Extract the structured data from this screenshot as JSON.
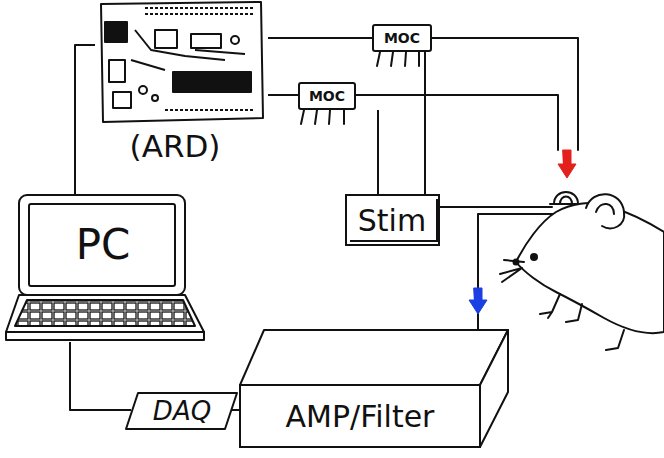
{
  "diagram": {
    "nodes": [
      {
        "text": [
          "(ARD)"
        ]
      },
      {
        "text": [
          "MOC"
        ]
      },
      {
        "text": [
          "MOC"
        ]
      },
      {
        "text": [
          "Stim"
        ]
      },
      {
        "text": [
          "PC"
        ]
      },
      {
        "text": [
          "DAQ"
        ]
      },
      {
        "text": [
          "AMP/Filter"
        ]
      }
    ],
    "edges": [
      {
        "from": 0,
        "to": 4,
        "arrow": "none"
      },
      {
        "from": 0,
        "to": 1,
        "arrow": "none"
      },
      {
        "from": 0,
        "to": 2,
        "arrow": "none"
      },
      {
        "from": 2,
        "to": 3,
        "arrow": "none"
      },
      {
        "from": 1,
        "to": 3,
        "arrow": "none"
      },
      {
        "from": 4,
        "to": 5,
        "arrow": "none"
      },
      {
        "from": 5,
        "to": 6,
        "arrow": "none"
      }
    ]
  }
}
